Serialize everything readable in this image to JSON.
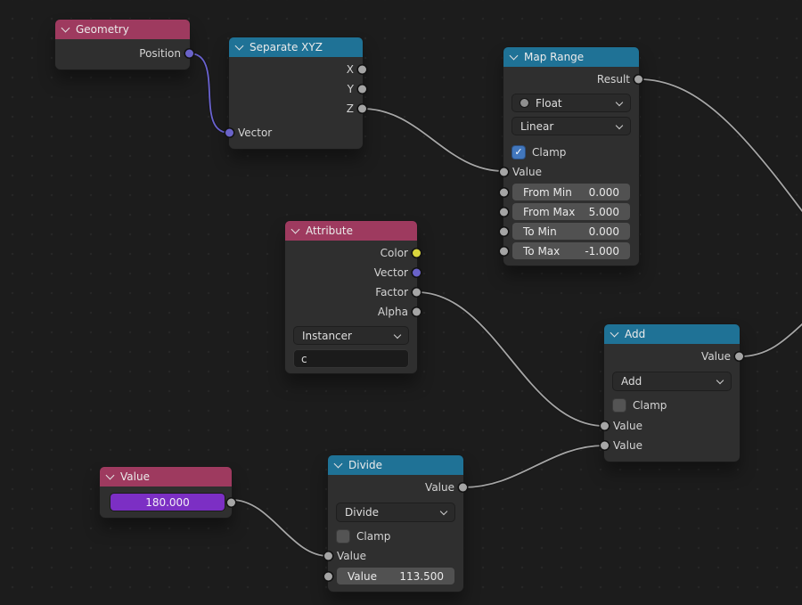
{
  "colors": {
    "background": "#1c1c1c",
    "node_body": "#2f2f2f",
    "header_red": "#9e3a5f",
    "header_blue": "#1f7296",
    "socket_gray": "#a5a5a5",
    "socket_vector_purple": "#6a63c9",
    "socket_color_yellow": "#d9d53d",
    "wire_gray": "#a5a5a5",
    "wire_vector_purple": "#6b64d2",
    "value_slider_purple": "#7c2fc4",
    "checkbox_checked_blue": "#4277bd"
  },
  "icons": {
    "check": "✓"
  },
  "nodes": {
    "geometry": {
      "title": "Geometry",
      "outputs": [
        {
          "label": "Position"
        }
      ]
    },
    "separate_xyz": {
      "title": "Separate XYZ",
      "outputs": [
        {
          "label": "X"
        },
        {
          "label": "Y"
        },
        {
          "label": "Z"
        }
      ],
      "inputs": [
        {
          "label": "Vector"
        }
      ]
    },
    "map_range": {
      "title": "Map Range",
      "output_label": "Result",
      "data_type": "Float",
      "interpolation": "Linear",
      "clamp_label": "Clamp",
      "clamp_checked": true,
      "input_label": "Value",
      "fields": [
        {
          "label": "From Min",
          "value": "0.000"
        },
        {
          "label": "From Max",
          "value": "5.000"
        },
        {
          "label": "To Min",
          "value": "0.000"
        },
        {
          "label": "To Max",
          "value": "-1.000"
        }
      ]
    },
    "attribute": {
      "title": "Attribute",
      "outputs": [
        {
          "label": "Color"
        },
        {
          "label": "Vector"
        },
        {
          "label": "Factor"
        },
        {
          "label": "Alpha"
        }
      ],
      "type_value": "Instancer",
      "name_value": "c"
    },
    "add": {
      "title": "Add",
      "output_label": "Value",
      "operation": "Add",
      "clamp_label": "Clamp",
      "clamp_checked": false,
      "inputs": [
        {
          "label": "Value"
        },
        {
          "label": "Value"
        }
      ]
    },
    "value": {
      "title": "Value",
      "value": "180.000"
    },
    "divide": {
      "title": "Divide",
      "output_label": "Value",
      "operation": "Divide",
      "clamp_label": "Clamp",
      "clamp_checked": false,
      "input_label": "Value",
      "field": {
        "label": "Value",
        "value": "113.500"
      }
    }
  },
  "connections": [
    {
      "from": "Geometry.Position",
      "to": "Separate XYZ.Vector"
    },
    {
      "from": "Separate XYZ.Z",
      "to": "Map Range.Value"
    },
    {
      "from": "Map Range.Result",
      "to": "off-screen right"
    },
    {
      "from": "Attribute.Factor",
      "to": "Add.Value.1"
    },
    {
      "from": "Divide.Value",
      "to": "Add.Value.2"
    },
    {
      "from": "Value.Value",
      "to": "Divide.Value.1"
    },
    {
      "from": "Add.Value",
      "to": "off-screen right"
    }
  ]
}
